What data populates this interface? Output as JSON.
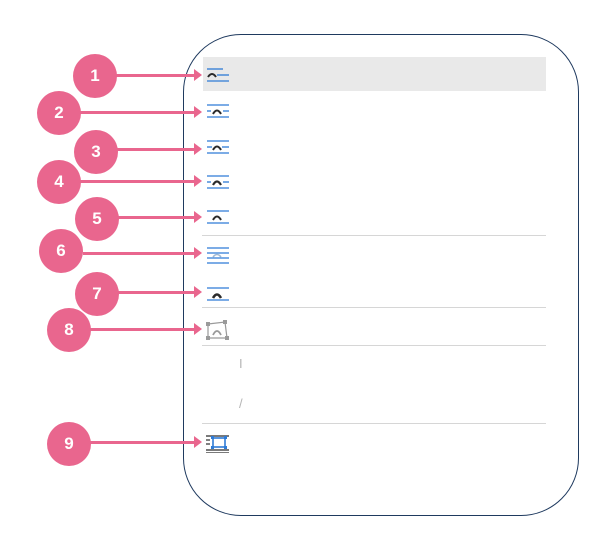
{
  "menu": {
    "items": [
      {
        "icon": "wrap-square-icon",
        "label": ""
      },
      {
        "icon": "wrap-tight-icon",
        "label": ""
      },
      {
        "icon": "wrap-through-icon",
        "label": ""
      },
      {
        "icon": "wrap-top-bottom-icon",
        "label": ""
      },
      {
        "icon": "wrap-behind-text-icon",
        "label": ""
      },
      {
        "icon": "wrap-in-front-of-text-icon",
        "label": ""
      },
      {
        "icon": "wrap-inline-icon",
        "label": ""
      },
      {
        "icon": "edit-wrap-points-icon",
        "label": ""
      },
      {
        "icon": "more-layout-options-icon",
        "label": ""
      }
    ],
    "disabled_items": [
      {
        "text": "I"
      },
      {
        "text": "/"
      }
    ]
  },
  "callouts": [
    "1",
    "2",
    "3",
    "4",
    "5",
    "6",
    "7",
    "8",
    "9"
  ],
  "colors": {
    "accent_blue": "#2e7bd6",
    "glyph_dark": "#2b2b2b",
    "callout_pink": "#e9668e",
    "frame_navy": "#1f3a5f"
  }
}
